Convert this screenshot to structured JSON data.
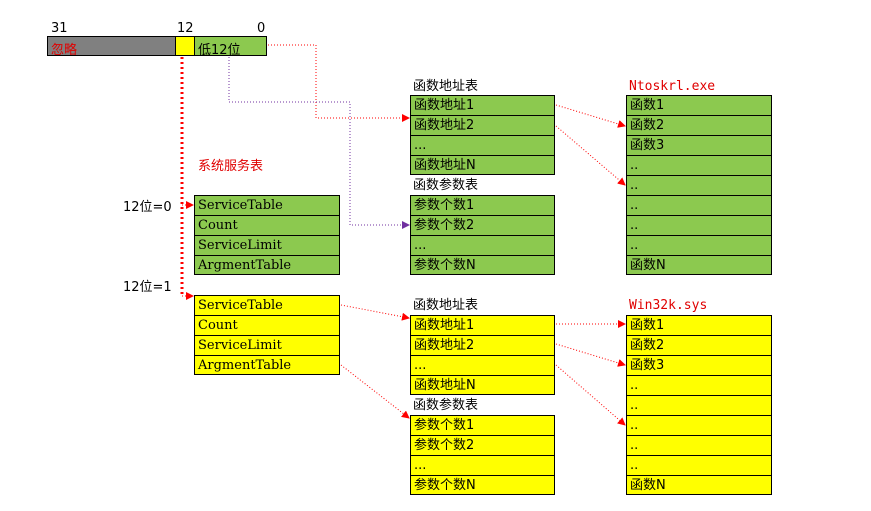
{
  "bits": {
    "b31": "31",
    "b12": "12",
    "b0": "0"
  },
  "register": {
    "ignore": "忽略",
    "low12": "低12位"
  },
  "service_title": "系统服务表",
  "bit12_0": "12位=0",
  "bit12_1": "12位=1",
  "service_table_fields": [
    "ServiceTable",
    "Count",
    "ServiceLimit",
    "ArgmentTable"
  ],
  "func_addr_title": "函数地址表",
  "func_param_title": "函数参数表",
  "func_addr_rows": [
    "函数地址1",
    "函数地址2",
    "...",
    "函数地址N"
  ],
  "func_param_rows": [
    "参数个数1",
    "参数个数2",
    "...",
    "参数个数N"
  ],
  "ntoskrnl": {
    "title": "Ntoskrl.exe",
    "rows": [
      "函数1",
      "函数2",
      "函数3",
      "..",
      "..",
      "..",
      "..",
      "..",
      "函数N"
    ]
  },
  "win32k": {
    "title": "Win32k.sys",
    "rows": [
      "函数1",
      "函数2",
      "函数3",
      "..",
      "..",
      "..",
      "..",
      "..",
      "函数N"
    ]
  },
  "colors": {
    "green": "#8cc94f",
    "yellow": "#ffff00",
    "gray": "#808080",
    "red_arrow": "#ff0000",
    "purple_arrow": "#7030a0"
  }
}
